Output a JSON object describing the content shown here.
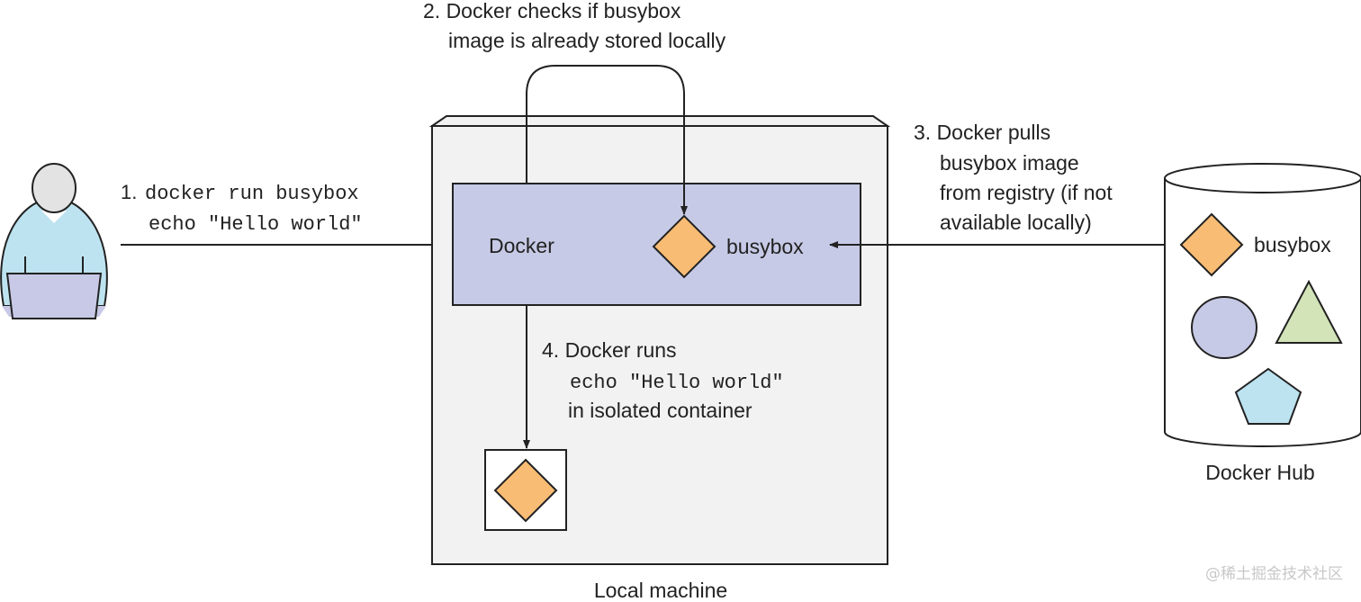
{
  "diagram": {
    "colors": {
      "person_head": "#e3e3e3",
      "person_body": "#bde3f0",
      "laptop": "#c7c9e6",
      "machine_fill": "#f2f2f2",
      "docker_box": "#c7caE6",
      "image_orange": "#f8bc74",
      "circle": "#c7caE6",
      "triangle": "#d3e4b8",
      "pentagon": "#bde3f0"
    },
    "step1": {
      "number": "1.",
      "line1": "docker run busybox",
      "line2": "echo \"Hello world\""
    },
    "step2": {
      "line1": "2. Docker checks if busybox",
      "line2": "image is already stored locally"
    },
    "step3": {
      "line1": "3. Docker pulls",
      "line2": "busybox image",
      "line3": "from registry (if not",
      "line4": "available locally)"
    },
    "step4": {
      "line1": "4. Docker runs",
      "line2": "echo \"Hello world\"",
      "line3": "in isolated container"
    },
    "docker_label": "Docker",
    "local_image_label": "busybox",
    "hub_image_label": "busybox",
    "hub_label": "Docker Hub",
    "machine_label": "Local machine",
    "watermark": "@稀土掘金技术社区"
  }
}
